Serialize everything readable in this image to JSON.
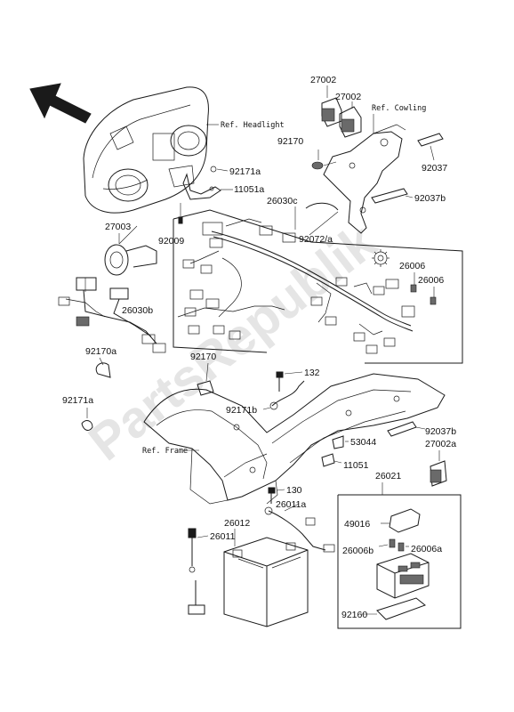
{
  "watermark": "PartsRepublik",
  "refs": {
    "headlight": "Ref. Headlight",
    "cowling": "Ref. Cowling",
    "frame": "Ref. Frame"
  },
  "parts": {
    "p27002_top": "27002",
    "p27002_mid": "27002",
    "p92170_top": "92170",
    "p92171a_top": "92171a",
    "p11051a": "11051a",
    "p92037": "92037",
    "p27003": "27003",
    "p92009": "92009",
    "p26030c": "26030c",
    "p92037b_top": "92037b",
    "p92072a": "92072/a",
    "p26006": "26006",
    "p26006_2": "26006",
    "p26030b": "26030b",
    "p92170a": "92170a",
    "p92170_mid": "92170",
    "p132": "132",
    "p92171a_left": "92171a",
    "p92171b": "92171b",
    "p92037b_mid": "92037b",
    "p53044": "53044",
    "p27002a": "27002a",
    "p11051": "11051",
    "p26021": "26021",
    "p130": "130",
    "p26011a": "26011a",
    "p26012": "26012",
    "p26011": "26011",
    "p49016": "49016",
    "p26006b": "26006b",
    "p26006a": "26006a",
    "p92160": "92160"
  },
  "icons": {
    "direction": "front-arrow-icon",
    "gear": "gear-icon"
  }
}
